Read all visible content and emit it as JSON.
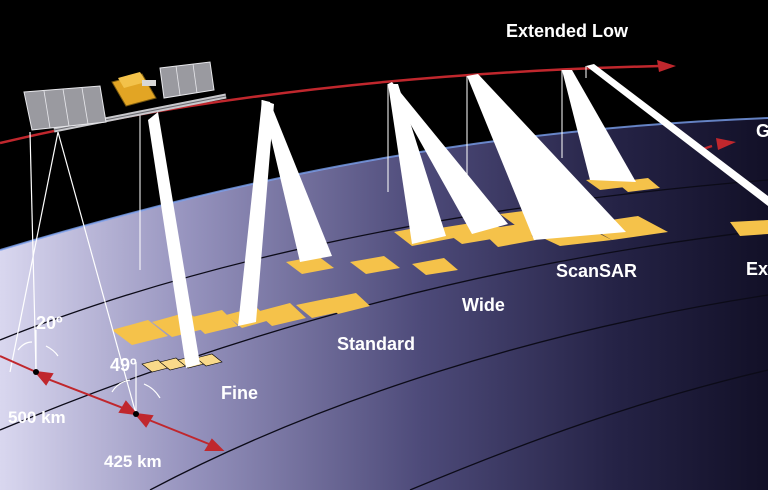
{
  "orbit_labels": {
    "extended_low": "Extended Low",
    "cut_letter": "G"
  },
  "beam_modes": {
    "fine": "Fine",
    "standard": "Standard",
    "wide": "Wide",
    "scansar": "ScanSAR",
    "extended_cut": "Ex"
  },
  "angles": {
    "min_incidence": "20º",
    "max_incidence": "49º"
  },
  "distances": {
    "swath_near": "500 km",
    "swath_far": "425 km"
  },
  "colors": {
    "orbit": "#c0272d",
    "footprint": "#f5c24a",
    "footprint_light": "#f9d98a",
    "beam": "#ffffff",
    "earth_light": "#d8d6f0",
    "earth_dark": "#0f0d22"
  }
}
